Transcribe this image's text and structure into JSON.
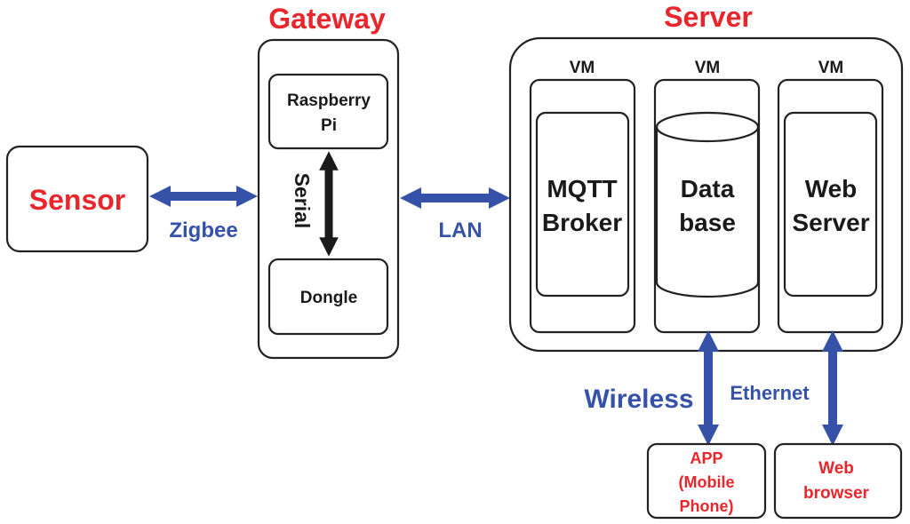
{
  "colors": {
    "accent_red": "#e8262b",
    "link_blue": "#3552a8",
    "outline": "#222222"
  },
  "sensor": {
    "label": "Sensor"
  },
  "gateway": {
    "title": "Gateway",
    "raspberry_line1": "Raspberry",
    "raspberry_line2": "Pi",
    "dongle": "Dongle",
    "serial": "Serial"
  },
  "server": {
    "title": "Server",
    "vm1": {
      "header": "VM",
      "line1": "MQTT",
      "line2": "Broker"
    },
    "vm2": {
      "header": "VM",
      "line1": "Data",
      "line2": "base"
    },
    "vm3": {
      "header": "VM",
      "line1": "Web",
      "line2": "Server"
    }
  },
  "links": {
    "zigbee": "Zigbee",
    "lan": "LAN",
    "wireless": "Wireless",
    "ethernet": "Ethernet"
  },
  "clients": {
    "app_line1": "APP",
    "app_line2": "(Mobile",
    "app_line3": "Phone)",
    "browser_line1": "Web",
    "browser_line2": "browser"
  }
}
